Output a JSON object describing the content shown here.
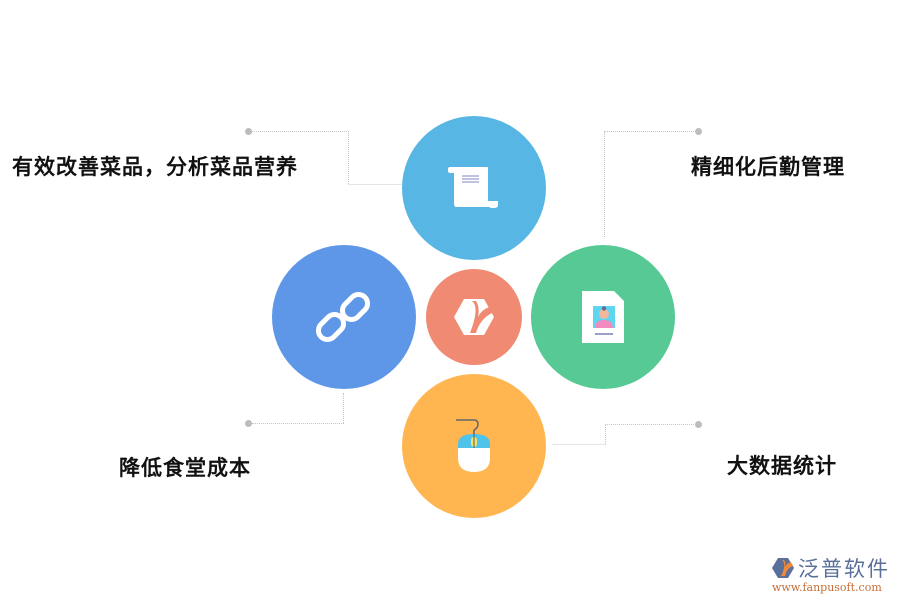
{
  "diagram": {
    "center": {
      "icon": "hexagon-logo-icon",
      "color": "#f08a72"
    },
    "nodes": [
      {
        "id": "top",
        "icon": "scroll-document-icon",
        "color": "#58b6e4",
        "label": "有效改善菜品，分析菜品营养"
      },
      {
        "id": "right",
        "icon": "id-card-document-icon",
        "color": "#56c994",
        "label": "精细化后勤管理"
      },
      {
        "id": "left",
        "icon": "chain-link-icon",
        "color": "#5e97e8",
        "label": "降低食堂成本"
      },
      {
        "id": "bottom",
        "icon": "computer-mouse-icon",
        "color": "#ffb550",
        "label": "大数据统计"
      }
    ]
  },
  "watermark": {
    "brand": "泛普软件",
    "url": "www.fanpusoft.com"
  }
}
